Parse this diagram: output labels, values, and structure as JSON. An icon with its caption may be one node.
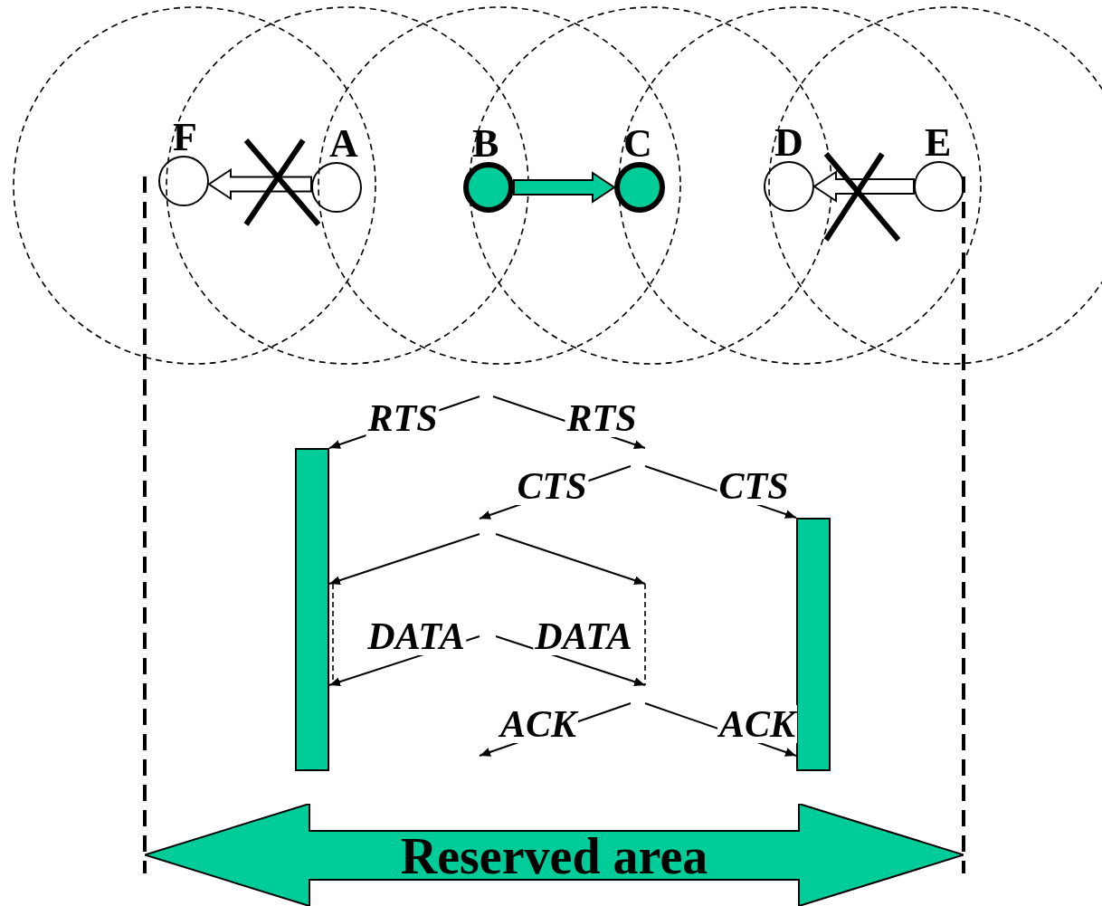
{
  "diagram": {
    "nodes": [
      {
        "text": [
          "F"
        ]
      },
      {
        "text": [
          "A"
        ]
      },
      {
        "text": [
          "B"
        ]
      },
      {
        "text": [
          "C"
        ]
      },
      {
        "text": [
          "D"
        ]
      },
      {
        "text": [
          "E"
        ]
      },
      {
        "text": [],
        "shape": "bar"
      },
      {
        "text": [],
        "shape": "bar"
      },
      {
        "text": [
          "Reserved area"
        ]
      }
    ],
    "edges": [
      {
        "from": 1,
        "to": 0,
        "arrow": "to"
      },
      {
        "from": 2,
        "to": 3,
        "arrow": "to",
        "color": "#00cc99"
      },
      {
        "from": 5,
        "to": 4,
        "arrow": "to"
      },
      {
        "from": null,
        "to": 6,
        "arrow": "to",
        "label": "RTS"
      },
      {
        "from": null,
        "to": 7,
        "arrow": "to",
        "label": "CTS"
      },
      {
        "from": null,
        "to": 6,
        "arrow": "to"
      },
      {
        "from": null,
        "to": 6,
        "arrow": "to",
        "label": "DATA"
      },
      {
        "from": null,
        "to": 7,
        "arrow": "to",
        "label": "ACK"
      }
    ],
    "labels": [
      "RTS",
      "CTS",
      "DATA",
      "ACK"
    ]
  }
}
